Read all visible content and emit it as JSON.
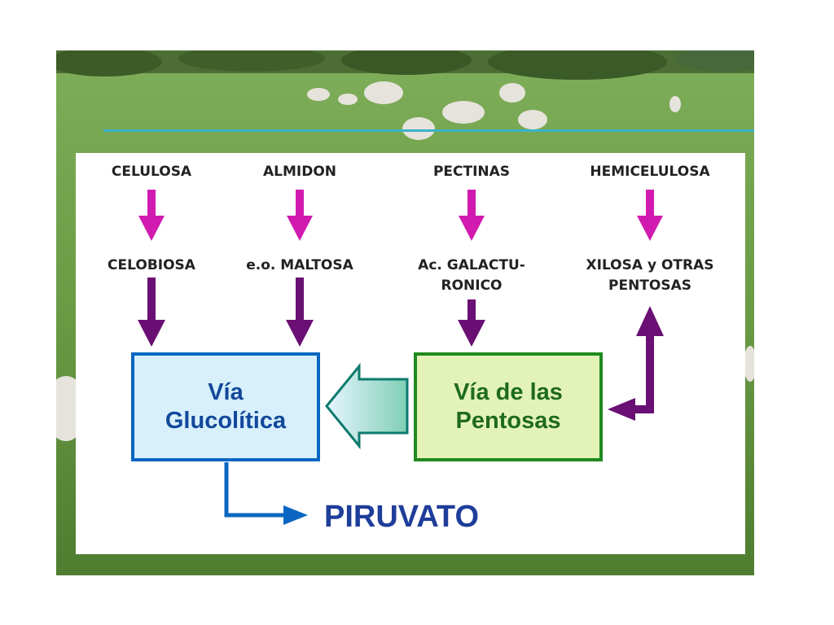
{
  "sources": [
    "CELULOSA",
    "ALMIDON",
    "PECTINAS",
    "HEMICELULOSA"
  ],
  "intermediates": [
    {
      "lines": [
        "CELOBIOSA"
      ]
    },
    {
      "lines": [
        "e.o. MALTOSA"
      ]
    },
    {
      "lines": [
        "Ac. GALACTU-",
        "RONICO"
      ]
    },
    {
      "lines": [
        "XILOSA y OTRAS",
        "PENTOSAS"
      ]
    }
  ],
  "pathways": {
    "glycolytic": {
      "lines": [
        "Vía",
        "Glucolítica"
      ]
    },
    "pentose": {
      "lines": [
        "Vía de las",
        "Pentosas"
      ]
    }
  },
  "product": "PIRUVATO",
  "colors": {
    "arrow_top": "#d11bb0",
    "arrow_bottom": "#6a0f73",
    "glycolytic_border": "#0a66c2",
    "pentose_border": "#1f8a1f",
    "product_text": "#1f3d9a"
  }
}
